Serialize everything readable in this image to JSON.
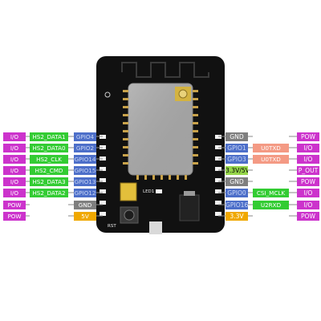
{
  "left_pins": [
    {
      "type": "I/O",
      "func": "HS2_DATA1",
      "gpio": "GPIO4"
    },
    {
      "type": "I/O",
      "func": "HS2_DATA0",
      "gpio": "GPIO2"
    },
    {
      "type": "I/O",
      "func": "HS2_CLK",
      "gpio": "GPIO14"
    },
    {
      "type": "I/O",
      "func": "HS2_CMD",
      "gpio": "GPIO15"
    },
    {
      "type": "I/O",
      "func": "HS2_DATA3",
      "gpio": "GPIO13"
    },
    {
      "type": "I/O",
      "func": "HS2_DATA2",
      "gpio": "GPIO12"
    },
    {
      "type": "POW",
      "func": "",
      "gpio": "GND"
    },
    {
      "type": "POW",
      "func": "",
      "gpio": "5V"
    }
  ],
  "right_pins": [
    {
      "pin": "GND",
      "func": "",
      "type": "POW"
    },
    {
      "pin": "GPIO1",
      "func": "U0TXD",
      "type": "I/O"
    },
    {
      "pin": "GPIO3",
      "func": "U0TXD",
      "type": "I/O"
    },
    {
      "pin": "3.3V/5V",
      "func": "",
      "type": "P_OUT"
    },
    {
      "pin": "GND",
      "func": "",
      "type": "POW"
    },
    {
      "pin": "GPIO0",
      "func": "CSI_MCLK",
      "type": "I/O"
    },
    {
      "pin": "GPIO16",
      "func": "U2RXD",
      "type": "I/O"
    },
    {
      "pin": "3.3V",
      "func": "",
      "type": "POW"
    }
  ],
  "board": {
    "led_label": "LED1",
    "rst_label": "RST"
  },
  "colors": {
    "io": "#cc33cc",
    "hs": "#33cc33",
    "gpio": "#4d6fc9",
    "gnd": "#7f7f7f",
    "v5": "#f0a800",
    "uart": "#f49a84",
    "p_out": "#96d64a",
    "board": "#111111",
    "module": "#a8a8a8"
  }
}
